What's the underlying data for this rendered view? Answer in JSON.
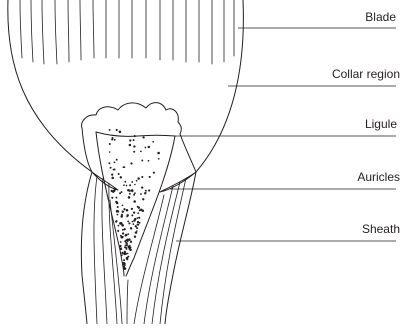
{
  "diagram": {
    "labels": {
      "blade": "Blade",
      "collar": "Collar region",
      "ligule": "Ligule",
      "auricles": "Auricles",
      "sheath": "Sheath"
    },
    "ink_color": "#231f20",
    "background": "#ffffff"
  }
}
